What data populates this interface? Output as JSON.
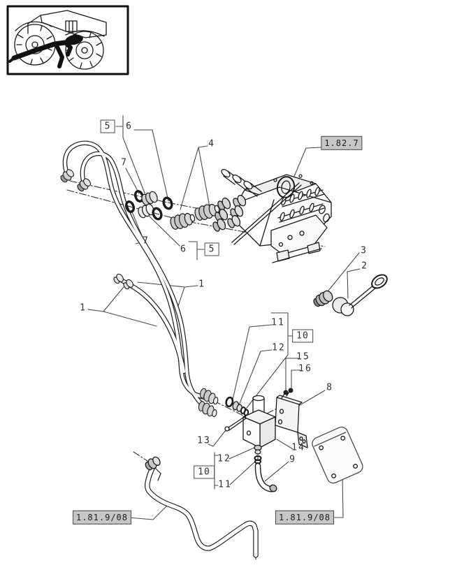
{
  "ref_labels": {
    "top": "1.82.7",
    "bottom_left": "1.81.9/08",
    "bottom_right": "1.81.9/08"
  },
  "callouts": {
    "c1_left": "1",
    "c1_right": "1",
    "c2": "2",
    "c3": "3",
    "c4": "4",
    "c5_top": "5",
    "c5_mid": "5",
    "c6_top": "6",
    "c6_mid": "6",
    "c7_top": "7",
    "c7_mid": "7",
    "c8": "8",
    "c9": "9",
    "c10_top": "10",
    "c10_bottom": "10",
    "c11_top": "11",
    "c11_bottom": "11",
    "c12_top": "12",
    "c12_bottom": "12",
    "c13": "13",
    "c14": "14",
    "c15": "15",
    "c16": "16"
  },
  "thumbnail": {
    "subject": "tractor-side-view-with-highlighted-hydraulic-pipes"
  },
  "colors": {
    "line_art": "#1a1a1a",
    "leader_line": "#4a4a4a",
    "ref_label_background": "#c6c6c6",
    "part_fill_gray": "#d0d0d0"
  }
}
